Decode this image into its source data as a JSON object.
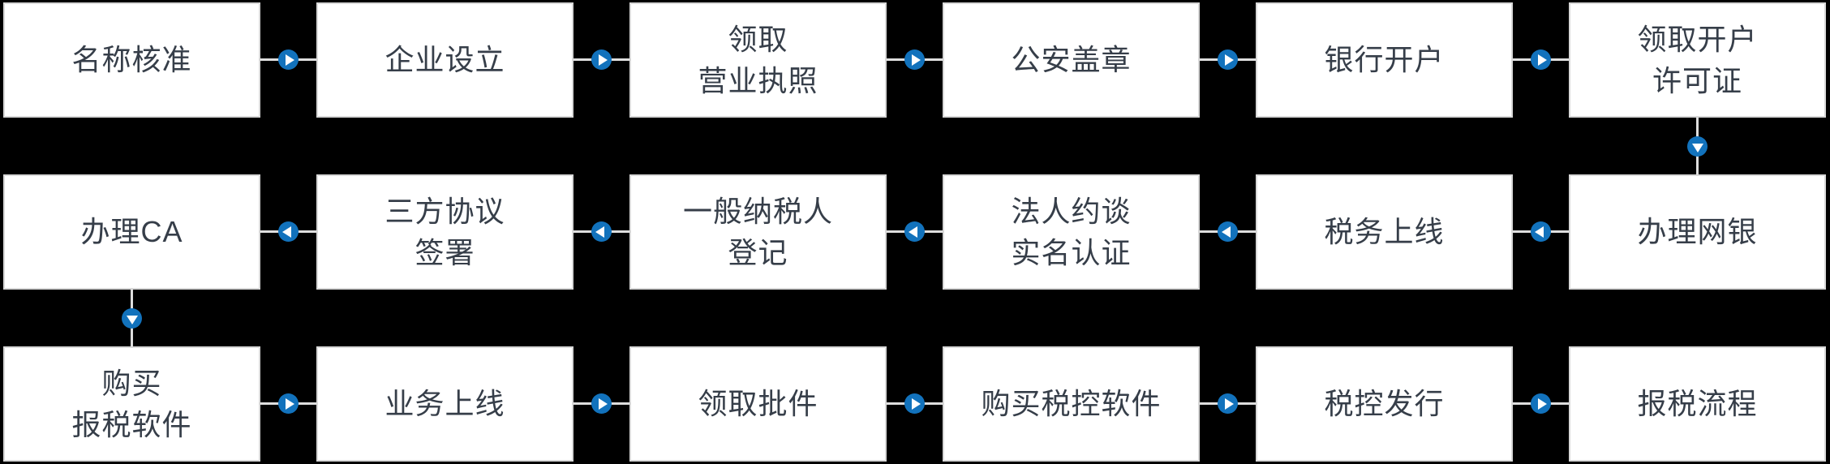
{
  "colors": {
    "background": "#000000",
    "box_fill": "#ffffff",
    "box_border": "#d8d8d8",
    "text": "#363e49",
    "arrow_blue": "#1272bc",
    "connector_line": "#dedede"
  },
  "flow": {
    "rows": [
      {
        "direction": "right",
        "steps": [
          {
            "label": "名称核准"
          },
          {
            "label": "企业设立"
          },
          {
            "label": "领取\n营业执照"
          },
          {
            "label": "公安盖章"
          },
          {
            "label": "银行开户"
          },
          {
            "label": "领取开户\n许可证"
          }
        ]
      },
      {
        "direction": "left",
        "steps": [
          {
            "label": "办理CA"
          },
          {
            "label": "三方协议\n签署"
          },
          {
            "label": "一般纳税人\n登记"
          },
          {
            "label": "法人约谈\n实名认证"
          },
          {
            "label": "税务上线"
          },
          {
            "label": "办理网银"
          }
        ]
      },
      {
        "direction": "right",
        "steps": [
          {
            "label": "购买\n报税软件"
          },
          {
            "label": "业务上线"
          },
          {
            "label": "领取批件"
          },
          {
            "label": "购买税控软件"
          },
          {
            "label": "税控发行"
          },
          {
            "label": "报税流程"
          }
        ]
      }
    ],
    "row_connectors": [
      {
        "from": "领取开户\n许可证",
        "to": "办理网银",
        "direction": "down"
      },
      {
        "from": "办理CA",
        "to": "购买\n报税软件",
        "direction": "down"
      }
    ]
  }
}
